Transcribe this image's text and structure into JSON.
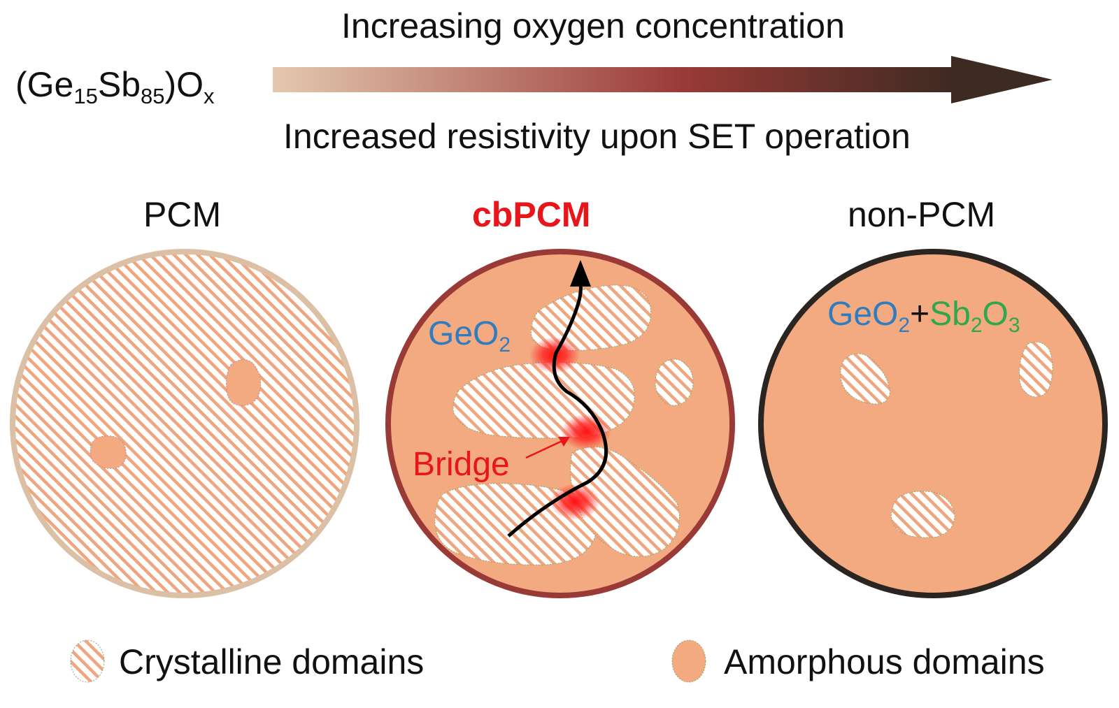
{
  "formula": {
    "open": "(Ge",
    "ge_sub": "15",
    "sb": "Sb",
    "sb_sub": "85",
    "close": ")O",
    "o_sub": "x"
  },
  "arrow": {
    "top_caption": "Increasing oxygen concentration",
    "bottom_caption": "Increased  resistivity upon SET operation",
    "gradient": [
      "#e4c9ae",
      "#9a3a36",
      "#3d2a22"
    ]
  },
  "panels": {
    "pcm": {
      "label": "PCM",
      "border_color": "#dcc0a6"
    },
    "cbpcm": {
      "label": "cbPCM",
      "label_color": "#e8151b",
      "border_color": "#9a3a36",
      "oxide": {
        "base": "GeO",
        "sub": "2",
        "color": "#2f7cc0"
      },
      "bridge_label": "Bridge",
      "bridge_color": "#e8151b"
    },
    "non_pcm": {
      "label": "non-PCM",
      "border_color": "#2b2522",
      "oxide1": {
        "base": "GeO",
        "sub": "2",
        "color": "#2f7cc0"
      },
      "plus": "+",
      "oxide2": {
        "a": "Sb",
        "a_sub": "2",
        "b": "O",
        "b_sub": "3",
        "color": "#2ea84a"
      }
    }
  },
  "legend": {
    "crystalline": "Crystalline domains",
    "amorphous": "Amorphous domains"
  },
  "colors": {
    "amorphous_fill": "#f3aa80",
    "hatch_stroke": "#f0a57c"
  }
}
